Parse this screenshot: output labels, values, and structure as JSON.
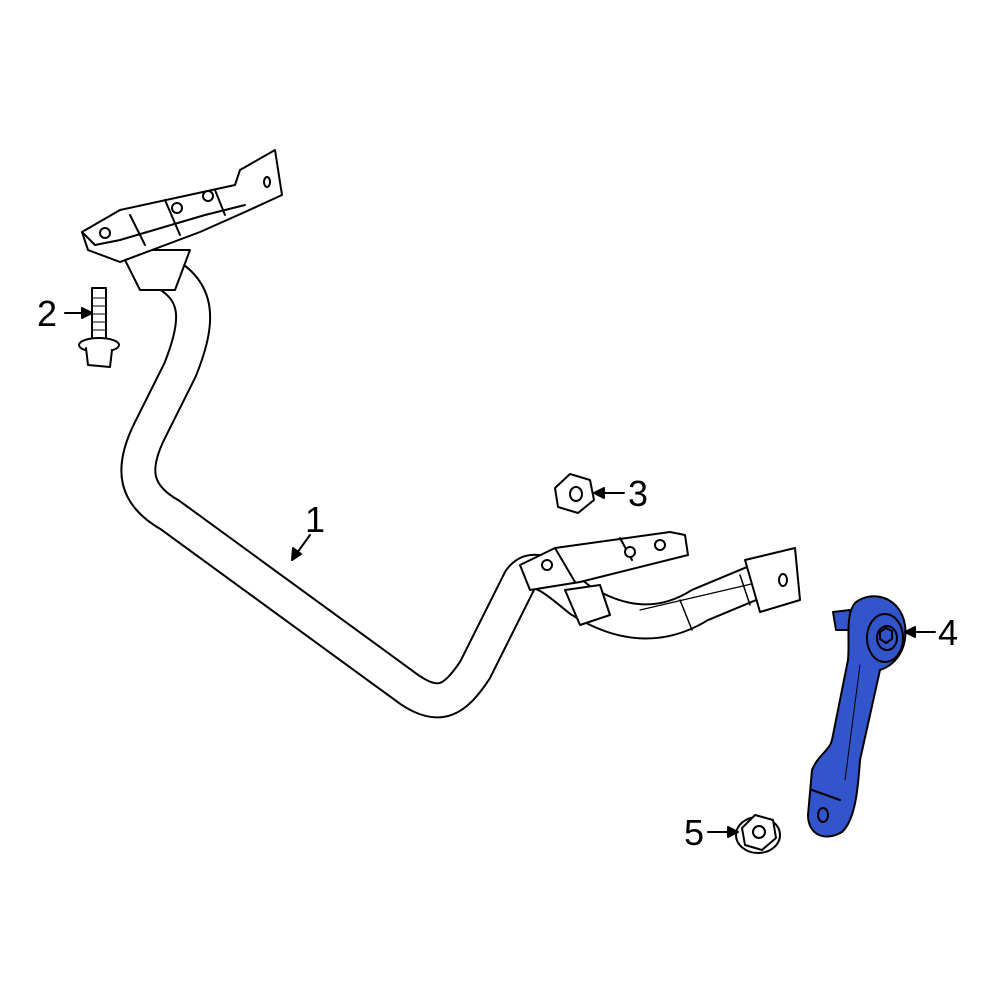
{
  "diagram": {
    "highlight_color": "#3355CC",
    "callouts": [
      {
        "number": "1",
        "part": "stabilizer-bar"
      },
      {
        "number": "2",
        "part": "bolt"
      },
      {
        "number": "3",
        "part": "nut"
      },
      {
        "number": "4",
        "part": "stabilizer-link",
        "highlighted": true
      },
      {
        "number": "5",
        "part": "nut"
      }
    ]
  }
}
